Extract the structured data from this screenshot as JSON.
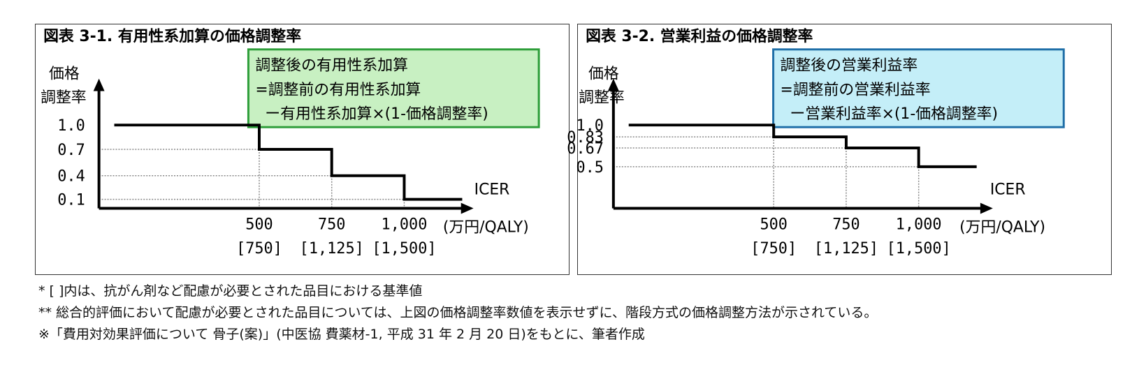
{
  "chart_data": [
    {
      "type": "line",
      "title": "図表 3-1. 有用性系加算の価格調整率",
      "ylabel": [
        "価格",
        "調整率"
      ],
      "xlabel": "ICER",
      "x_unit": "(万円/QALY)",
      "x_ticks": [
        {
          "value": "500",
          "sub": "[750]"
        },
        {
          "value": "750",
          "sub": "[1,125]"
        },
        {
          "value": "1,000",
          "sub": "[1,500]"
        }
      ],
      "y_ticks": [
        "1.0",
        "0.7",
        "0.4",
        "0.1"
      ],
      "y_values": [
        1.0,
        0.7,
        0.4,
        0.1
      ],
      "steps": [
        {
          "x_from": 0,
          "x_to": 500,
          "y": 1.0
        },
        {
          "x_from": 500,
          "x_to": 750,
          "y": 0.7
        },
        {
          "x_from": 750,
          "x_to": 1000,
          "y": 0.4
        },
        {
          "x_from": 1000,
          "x_to": 1200,
          "y": 0.1
        }
      ],
      "formula": [
        "調整後の有用性系加算",
        "=調整前の有用性系加算",
        "ー有用性系加算×(1-価格調整率)"
      ],
      "formula_fill": "#c8f0c2",
      "formula_stroke": "#2e9e3a"
    },
    {
      "type": "line",
      "title": "図表 3-2. 営業利益の価格調整率",
      "ylabel": [
        "価格",
        "調整率"
      ],
      "xlabel": "ICER",
      "x_unit": "(万円/QALY)",
      "x_ticks": [
        {
          "value": "500",
          "sub": "[750]"
        },
        {
          "value": "750",
          "sub": "[1,125]"
        },
        {
          "value": "1,000",
          "sub": "[1,500]"
        }
      ],
      "y_ticks": [
        "1.0",
        "0.83",
        "0.67",
        "0.5"
      ],
      "y_values": [
        1.0,
        0.83,
        0.67,
        0.5
      ],
      "steps": [
        {
          "x_from": 0,
          "x_to": 500,
          "y": 1.0
        },
        {
          "x_from": 500,
          "x_to": 750,
          "y": 0.83
        },
        {
          "x_from": 750,
          "x_to": 1000,
          "y": 0.67
        },
        {
          "x_from": 1000,
          "x_to": 1200,
          "y": 0.5
        }
      ],
      "formula": [
        "調整後の営業利益率",
        "=調整前の営業利益率",
        "ー営業利益率×(1-価格調整率)"
      ],
      "formula_fill": "#c4eef8",
      "formula_stroke": "#1f6fa8"
    }
  ],
  "notes": [
    "* [  ]内は、抗がん剤など配慮が必要とされた品目における基準値",
    "** 総合的評価において配慮が必要とされた品目については、上図の価格調整率数値を表示せずに、階段方式の価格調整方法が示されている。",
    "※「費用対効果評価について 骨子(案)」(中医協 費薬材-1, 平成 31 年 2 月 20 日)をもとに、筆者作成"
  ]
}
